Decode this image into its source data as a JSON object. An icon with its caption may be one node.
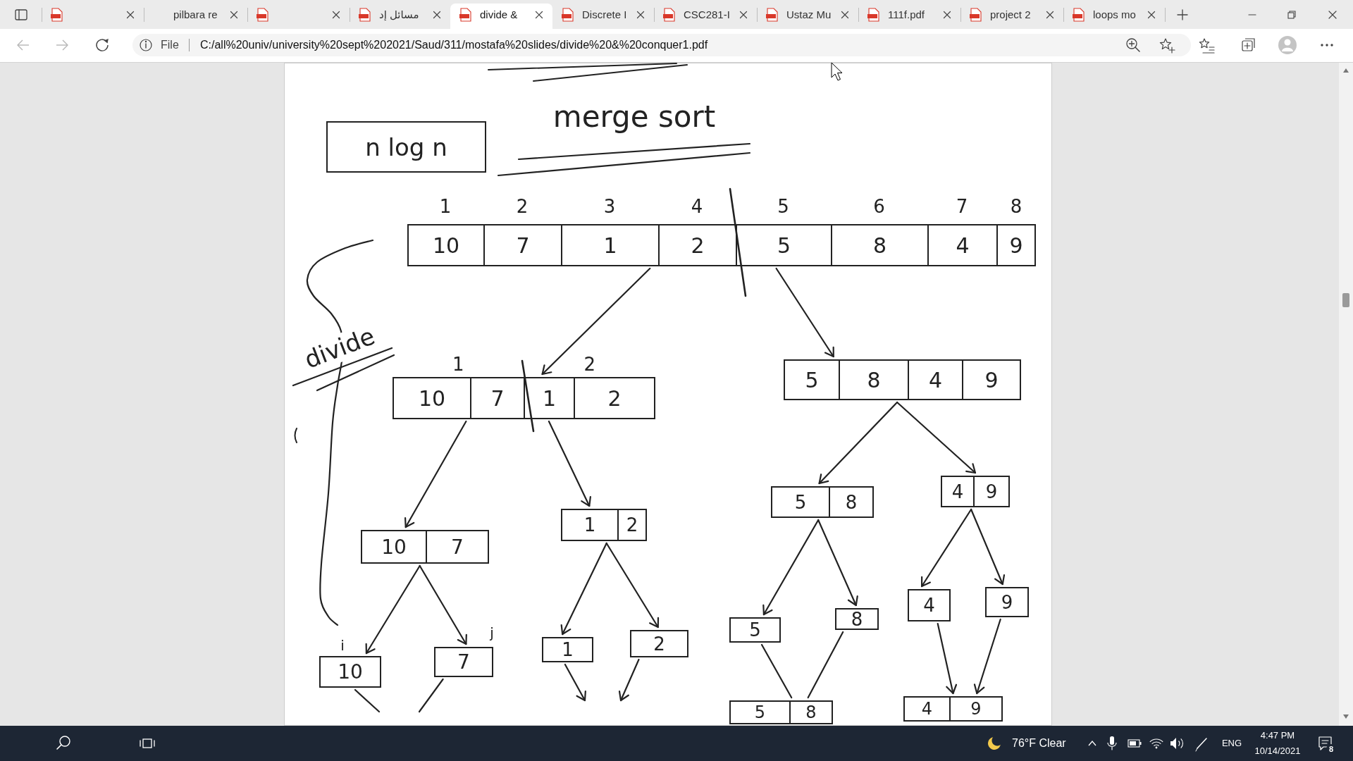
{
  "diagram": {
    "title": "merge sort",
    "nodes": [
      {
        "text": [
          "n log n"
        ]
      },
      {
        "text": [
          "10",
          "7",
          "1",
          "2",
          "5",
          "8",
          "4",
          "9"
        ],
        "beside": [
          "1",
          "2",
          "3",
          "4",
          "5",
          "6",
          "7",
          "8"
        ]
      },
      {
        "text": [
          "10",
          "7",
          "1",
          "2"
        ],
        "beside": [
          "1",
          "2"
        ]
      },
      {
        "text": [
          "5",
          "8",
          "4",
          "9"
        ]
      },
      {
        "text": [
          "10",
          "7"
        ]
      },
      {
        "text": [
          "1",
          "2"
        ]
      },
      {
        "text": [
          "5",
          "8"
        ]
      },
      {
        "text": [
          "4",
          "9"
        ]
      },
      {
        "text": [
          "10"
        ],
        "beside": [
          "i"
        ]
      },
      {
        "text": [
          "7"
        ],
        "beside": [
          "j"
        ]
      },
      {
        "text": [
          "1"
        ]
      },
      {
        "text": [
          "2"
        ]
      },
      {
        "text": [
          "5"
        ]
      },
      {
        "text": [
          "8"
        ]
      },
      {
        "text": [
          "4"
        ]
      },
      {
        "text": [
          "9"
        ]
      },
      {
        "text": [
          "5",
          "8"
        ]
      },
      {
        "text": [
          "4",
          "9"
        ]
      }
    ],
    "edges": [
      {
        "from": 1,
        "to": 2,
        "arrow": "to"
      },
      {
        "from": 1,
        "to": 3,
        "arrow": "to"
      },
      {
        "from": 2,
        "to": 4,
        "arrow": "to"
      },
      {
        "from": 2,
        "to": 5,
        "arrow": "to"
      },
      {
        "from": 3,
        "to": 6,
        "arrow": "to"
      },
      {
        "from": 3,
        "to": 7,
        "arrow": "to"
      },
      {
        "from": 4,
        "to": 8,
        "arrow": "to"
      },
      {
        "from": 4,
        "to": 9,
        "arrow": "to"
      },
      {
        "from": 5,
        "to": 10,
        "arrow": "to"
      },
      {
        "from": 5,
        "to": 11,
        "arrow": "to"
      },
      {
        "from": 6,
        "to": 12,
        "arrow": "to"
      },
      {
        "from": 6,
        "to": 13,
        "arrow": "to"
      },
      {
        "from": 7,
        "to": 14,
        "arrow": "to"
      },
      {
        "from": 7,
        "to": 15,
        "arrow": "to"
      },
      {
        "from": 8,
        "to": null,
        "arrow": "none"
      },
      {
        "from": 9,
        "to": null,
        "arrow": "none"
      },
      {
        "from": 10,
        "to": null,
        "arrow": "to"
      },
      {
        "from": 11,
        "to": null,
        "arrow": "to"
      },
      {
        "from": 12,
        "to": 16,
        "arrow": "none"
      },
      {
        "from": 13,
        "to": 16,
        "arrow": "none"
      },
      {
        "from": 14,
        "to": 17,
        "arrow": "to"
      },
      {
        "from": 15,
        "to": 17,
        "arrow": "to"
      }
    ],
    "labels": [
      "pilbara re",
      "مسائل إد",
      "divide &",
      "Discrete I",
      "CSC281-I",
      "Ustaz Mu",
      "111f.pdf",
      "project 2",
      "loops mo",
      "File",
      "C:/all%20univ/university%20sept%202021/Saud/311/mostafa%20slides/divide%20&%20conquer1.pdf",
      "divide",
      "76°F Clear",
      "ENG",
      "4:47 PM",
      "10/14/2021",
      "8"
    ]
  }
}
